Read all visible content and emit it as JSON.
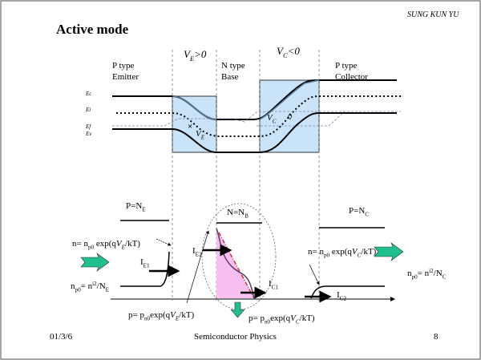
{
  "header": {
    "title": "Active mode",
    "author": "SUNG KUN YU"
  },
  "footer": {
    "date": "01/3/6",
    "course": "Semiconductor Physics",
    "page": "8"
  },
  "colors": {
    "depletion": "#c9e3f9",
    "pink": "#f7c0f0",
    "green": "#1fbf8f",
    "curve": "#5a3a6a",
    "dashred": "#d03030"
  },
  "labels": {
    "ve_pos": [
      [
        "i",
        "V"
      ],
      [
        "isub",
        "E"
      ],
      [
        "i",
        ">0"
      ]
    ],
    "vc_neg": [
      [
        "i",
        "V"
      ],
      [
        "isub",
        "C"
      ],
      [
        "i",
        "<0"
      ]
    ],
    "emitter": [
      "P type",
      "Emitter"
    ],
    "base": [
      "N type",
      "Base"
    ],
    "collector": [
      "P type",
      "Collector"
    ],
    "ec": "Ec",
    "ei": "Ei",
    "ef": "Ef",
    "ev": "Ev",
    "ve_in": [
      [
        "i",
        "V"
      ],
      [
        "isub",
        "E"
      ]
    ],
    "vc_in": [
      [
        "i",
        "V"
      ],
      [
        "isub",
        "C"
      ]
    ],
    "p_ne": [
      [
        "t",
        "P=N"
      ],
      [
        "sub",
        "E"
      ]
    ],
    "n_nb": [
      [
        "t",
        "N=N"
      ],
      [
        "sub",
        "B"
      ]
    ],
    "p_nc": [
      [
        "t",
        "P=N"
      ],
      [
        "sub",
        "C"
      ]
    ],
    "n_emitter": [
      [
        "t",
        "n= n"
      ],
      [
        "sub",
        "p0"
      ],
      [
        "t",
        " exp(q"
      ],
      [
        "i",
        "V"
      ],
      [
        "isub",
        "E"
      ],
      [
        "t",
        "/kT)"
      ]
    ],
    "np0_e": [
      [
        "t",
        "n"
      ],
      [
        "sub",
        "p0"
      ],
      [
        "t",
        "= n"
      ],
      [
        "sup",
        "i"
      ],
      [
        "supsub",
        "2"
      ],
      [
        "t",
        "/N"
      ],
      [
        "sub",
        "E"
      ]
    ],
    "ie1": [
      [
        "t",
        "I"
      ],
      [
        "sub",
        "E1"
      ]
    ],
    "ie2": [
      [
        "t",
        "I"
      ],
      [
        "sub",
        "E2"
      ]
    ],
    "ic1": [
      [
        "t",
        "I"
      ],
      [
        "sub",
        "C1"
      ]
    ],
    "ic2": [
      [
        "t",
        "I"
      ],
      [
        "sub",
        "C2"
      ]
    ],
    "n_collector": [
      [
        "t",
        "n= n"
      ],
      [
        "sub",
        "p0"
      ],
      [
        "t",
        " exp(q"
      ],
      [
        "i",
        "V"
      ],
      [
        "isub",
        "C"
      ],
      [
        "t",
        "/kT)"
      ]
    ],
    "np0_c": [
      [
        "t",
        "n"
      ],
      [
        "sub",
        "p0"
      ],
      [
        "t",
        "= n"
      ],
      [
        "sup",
        "i"
      ],
      [
        "supsub",
        "2"
      ],
      [
        "t",
        "/N"
      ],
      [
        "sub",
        "C"
      ]
    ],
    "p_emitter": [
      [
        "t",
        "p= p"
      ],
      [
        "sub",
        "n0"
      ],
      [
        "t",
        "exp(q"
      ],
      [
        "i",
        "V"
      ],
      [
        "isub",
        "E"
      ],
      [
        "t",
        "/kT)"
      ]
    ],
    "p_collector": [
      [
        "t",
        "p= p"
      ],
      [
        "sub",
        "n0"
      ],
      [
        "t",
        "exp(q"
      ],
      [
        "i",
        "V"
      ],
      [
        "isub",
        "C"
      ],
      [
        "t",
        "/kT)"
      ]
    ]
  }
}
